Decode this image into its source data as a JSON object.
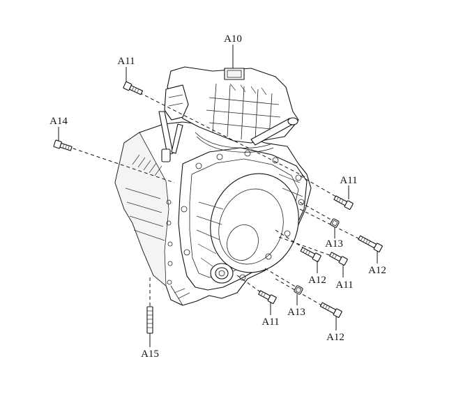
{
  "labels": {
    "a10": "A10",
    "a11_top": "A11",
    "a14": "A14",
    "a11_right": "A11",
    "a13_upper": "A13",
    "a12_right": "A12",
    "a12_mid": "A12",
    "a11_mid": "A11",
    "a13_lower": "A13",
    "a11_bottom": "A11",
    "a12_bottom": "A12",
    "a15": "A15"
  }
}
